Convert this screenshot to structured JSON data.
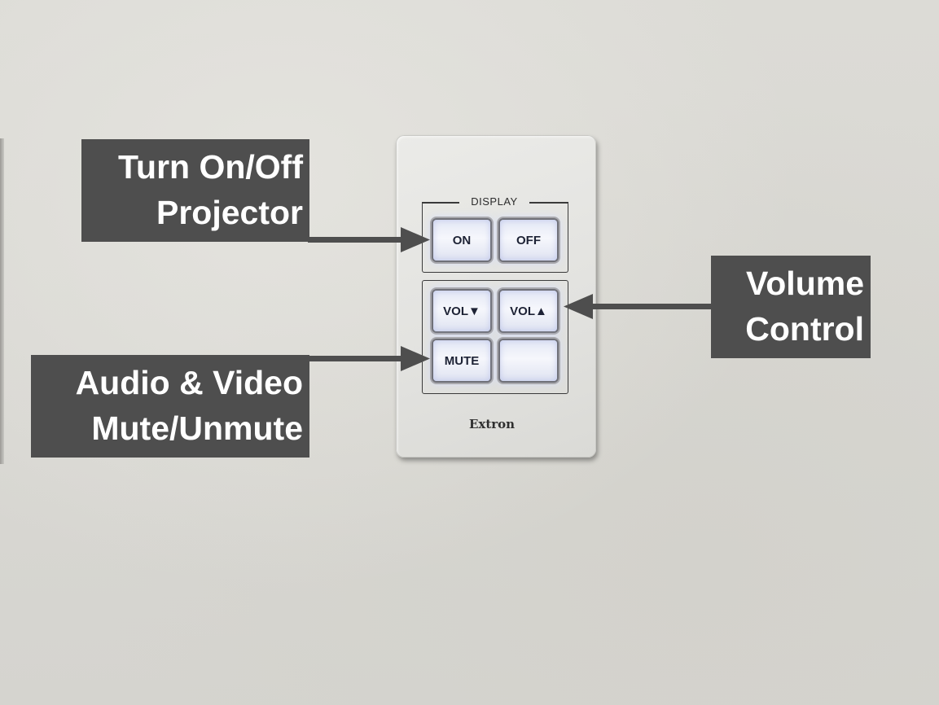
{
  "annotations": {
    "power": {
      "line1": "Turn On/Off",
      "line2": "Projector"
    },
    "mute": {
      "line1": "Audio & Video",
      "line2": "Mute/Unmute"
    },
    "volume": {
      "line1": "Volume",
      "line2": "Control"
    }
  },
  "panel": {
    "group_label": "DISPLAY",
    "buttons": {
      "on": "ON",
      "off": "OFF",
      "vol_down": "VOL▼",
      "vol_up": "VOL▲",
      "mute": "MUTE",
      "blank": ""
    },
    "brand": "Extron"
  },
  "colors": {
    "label_bg": "#4e4e4e",
    "arrow": "#4e4e4e",
    "wall": "#dad9d4",
    "button_glow": "#dfe3f5"
  }
}
